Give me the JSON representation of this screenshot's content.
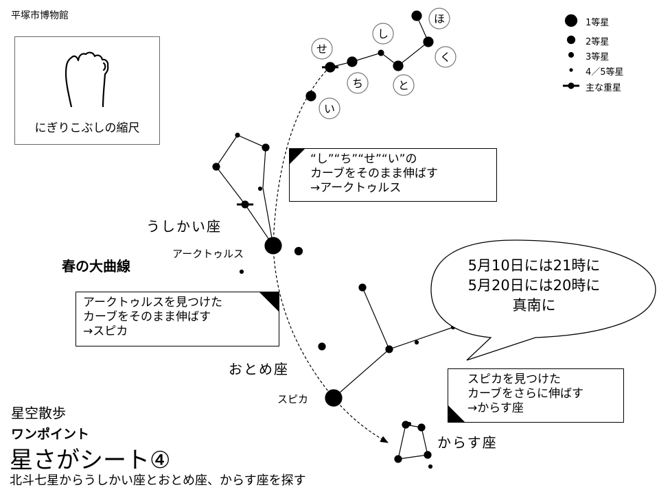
{
  "header": {
    "museum": "平塚市博物館"
  },
  "fist": {
    "label": "にぎりこぶしの縮尺"
  },
  "legend": [
    {
      "label": "1等星",
      "mag": 1
    },
    {
      "label": "2等星",
      "mag": 2
    },
    {
      "label": "3等星",
      "mag": 3
    },
    {
      "label": "4／5等星",
      "mag": 4
    },
    {
      "label": "主な重星",
      "mag": 0
    }
  ],
  "dipper_letters": [
    "ほ",
    "し",
    "せ",
    "く",
    "ち",
    "と",
    "い"
  ],
  "notes": {
    "note1": [
      "“し”“ち”“せ”“い”の",
      "カーブをそのまま伸ばす",
      "→アークトゥルス"
    ],
    "note2": [
      "アークトゥルスを見つけた",
      "カーブをそのまま伸ばす",
      "→スピカ"
    ],
    "note3": [
      "スピカを見つけた",
      "カーブをさらに伸ばす",
      "→からす座"
    ]
  },
  "bubble": [
    "5月10日には21時に",
    "5月20日には20時に",
    "真南に"
  ],
  "labels": {
    "spring_curve": "春の大曲線",
    "bootes": "うしかい座",
    "arcturus": "アークトゥルス",
    "virgo": "おとめ座",
    "spica": "スピカ",
    "corvus": "からす座"
  },
  "footer": {
    "series": "星空散歩",
    "onepoint": "ワンポイント",
    "title": "星さがシート④",
    "subtitle": "北斗七星からうしかい座とおとめ座、からす座を探す"
  }
}
